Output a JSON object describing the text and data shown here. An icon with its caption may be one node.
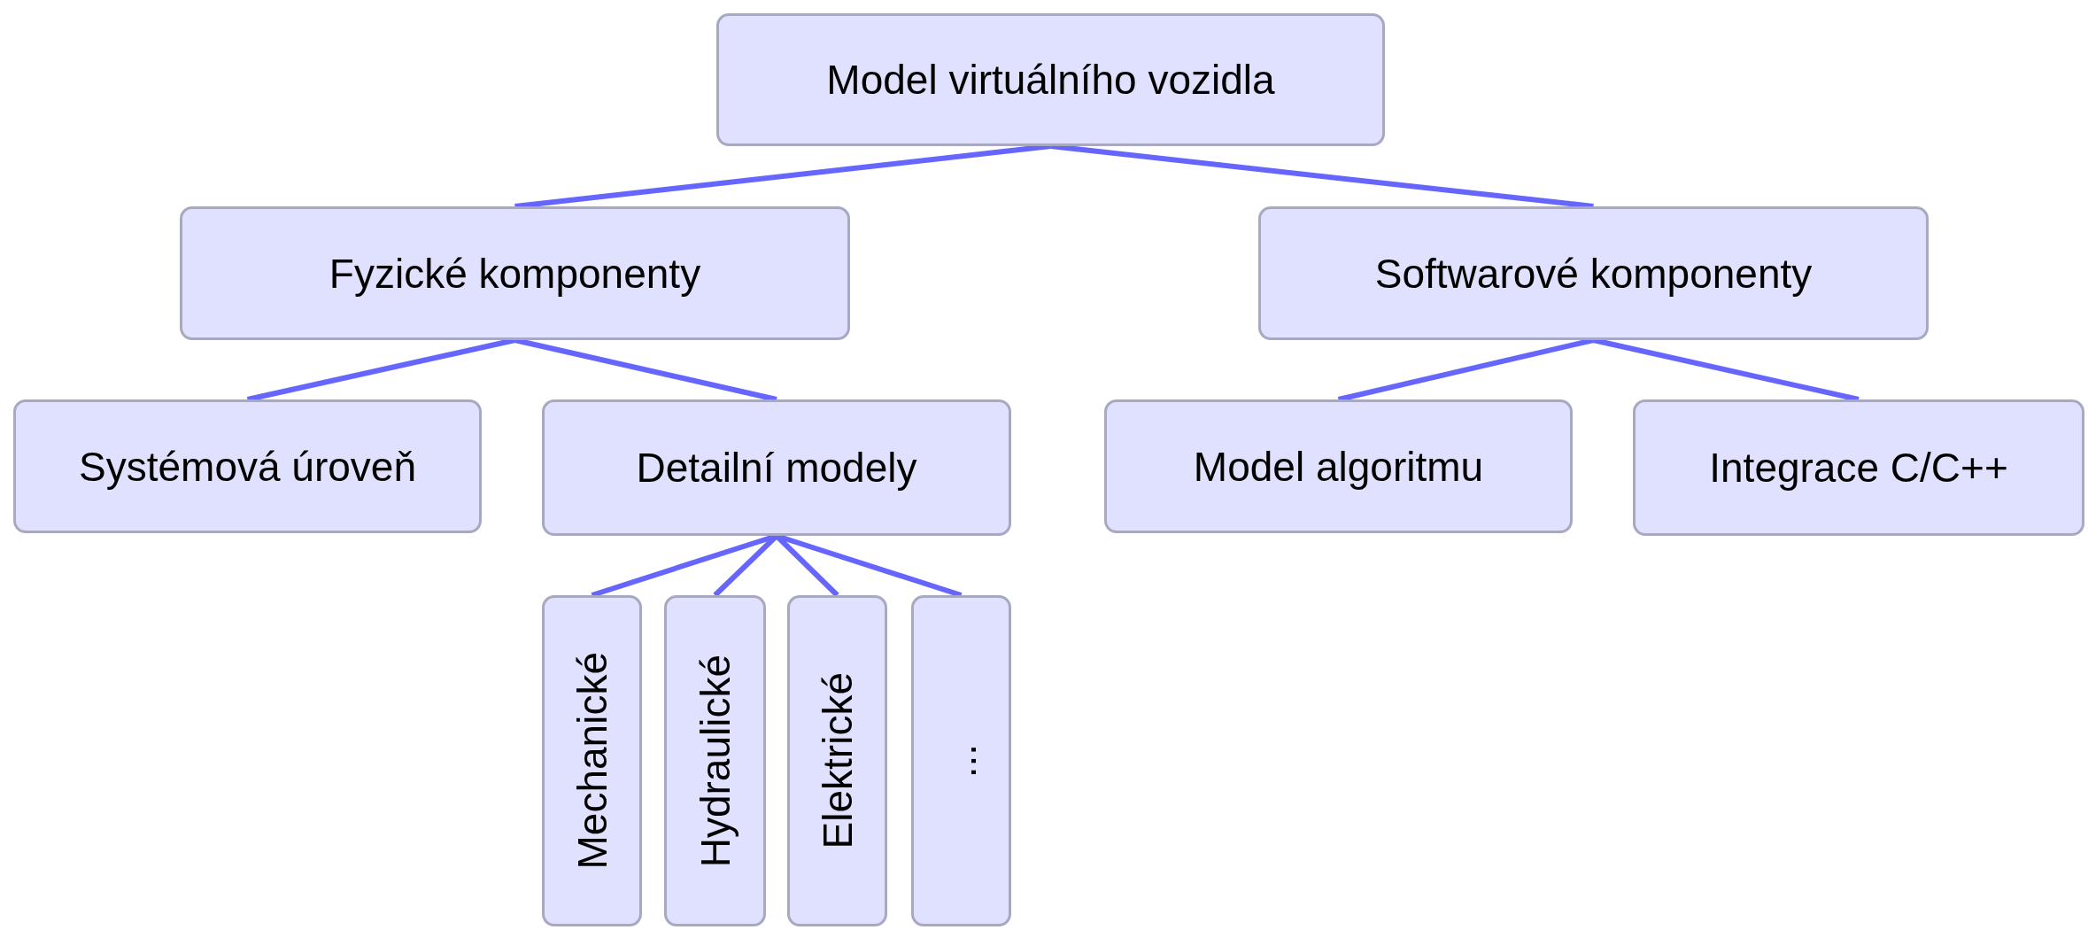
{
  "diagram": {
    "nodes": [
      {
        "text": [
          "Model virtuálního vozidla"
        ]
      },
      {
        "text": [
          "Fyzické komponenty"
        ]
      },
      {
        "text": [
          "Softwarové komponenty"
        ]
      },
      {
        "text": [
          "Systémová úroveň"
        ]
      },
      {
        "text": [
          "Detailní modely"
        ]
      },
      {
        "text": [
          "Model algoritmu"
        ]
      },
      {
        "text": [
          "Integrace C/C++"
        ]
      },
      {
        "text": [
          "Mechanické"
        ]
      },
      {
        "text": [
          "Hydraulické"
        ]
      },
      {
        "text": [
          "Elektrické"
        ]
      },
      {
        "text": [
          "..."
        ]
      }
    ],
    "edges": [
      {
        "from": 0,
        "to": 1,
        "arrow": "none"
      },
      {
        "from": 0,
        "to": 2,
        "arrow": "none"
      },
      {
        "from": 1,
        "to": 3,
        "arrow": "none"
      },
      {
        "from": 1,
        "to": 4,
        "arrow": "none"
      },
      {
        "from": 2,
        "to": 5,
        "arrow": "none"
      },
      {
        "from": 2,
        "to": 6,
        "arrow": "none"
      },
      {
        "from": 4,
        "to": 7,
        "arrow": "none"
      },
      {
        "from": 4,
        "to": 8,
        "arrow": "none"
      },
      {
        "from": 4,
        "to": 9,
        "arrow": "none"
      },
      {
        "from": 4,
        "to": 10,
        "arrow": "none"
      }
    ]
  }
}
